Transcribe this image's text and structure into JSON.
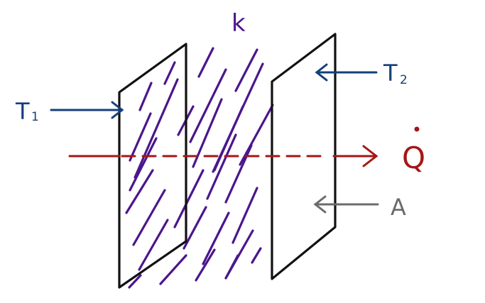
{
  "labels": {
    "k": "k",
    "t1": "T",
    "t1_sub": "1",
    "t2": "T",
    "t2_sub": "2",
    "q": "Q",
    "a": "A"
  },
  "colors": {
    "plate": "#111111",
    "material": "#4b168c",
    "temperature": "#153f7a",
    "heat_flow": "#a51616",
    "area_arrow": "#6b6b6b",
    "background": "#ffffff"
  }
}
